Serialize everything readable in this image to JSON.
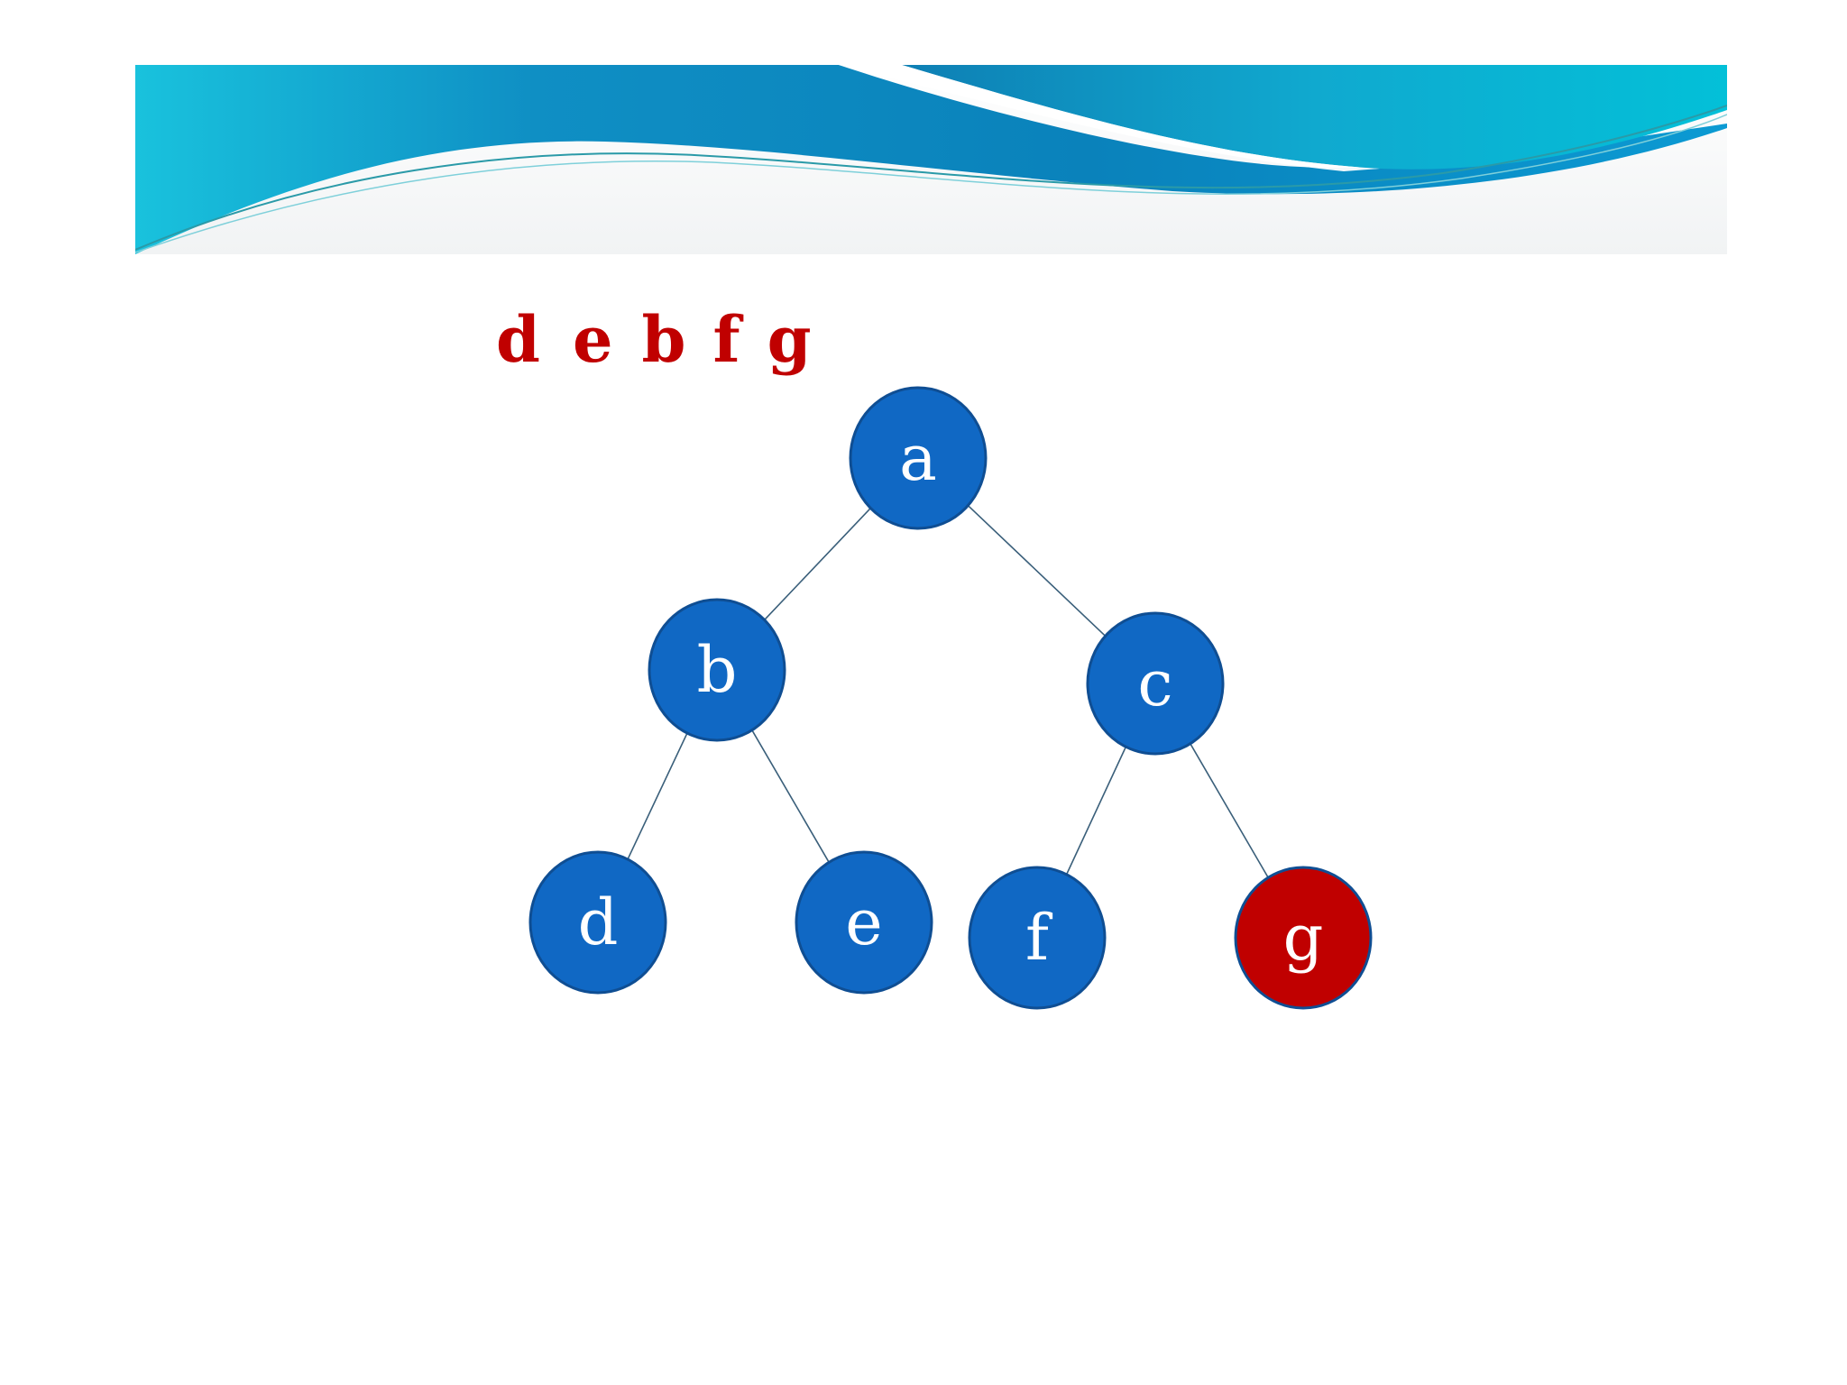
{
  "traversal": {
    "items": [
      "d",
      "e",
      "b",
      "f",
      "g"
    ],
    "color": "#c00000"
  },
  "tree": {
    "node_fill": "#1068c4",
    "node_stroke": "#0f4e93",
    "highlight_fill": "#c00000",
    "label_color": "#ffffff",
    "edge_color": "#3a5f7a",
    "nodes": [
      {
        "id": "a",
        "label": "a",
        "highlighted": false
      },
      {
        "id": "b",
        "label": "b",
        "highlighted": false
      },
      {
        "id": "c",
        "label": "c",
        "highlighted": false
      },
      {
        "id": "d",
        "label": "d",
        "highlighted": false
      },
      {
        "id": "e",
        "label": "e",
        "highlighted": false
      },
      {
        "id": "f",
        "label": "f",
        "highlighted": false
      },
      {
        "id": "g",
        "label": "g",
        "highlighted": true
      }
    ],
    "edges": [
      {
        "from": "a",
        "to": "b"
      },
      {
        "from": "a",
        "to": "c"
      },
      {
        "from": "b",
        "to": "d"
      },
      {
        "from": "b",
        "to": "e"
      },
      {
        "from": "c",
        "to": "f"
      },
      {
        "from": "c",
        "to": "g"
      }
    ]
  }
}
